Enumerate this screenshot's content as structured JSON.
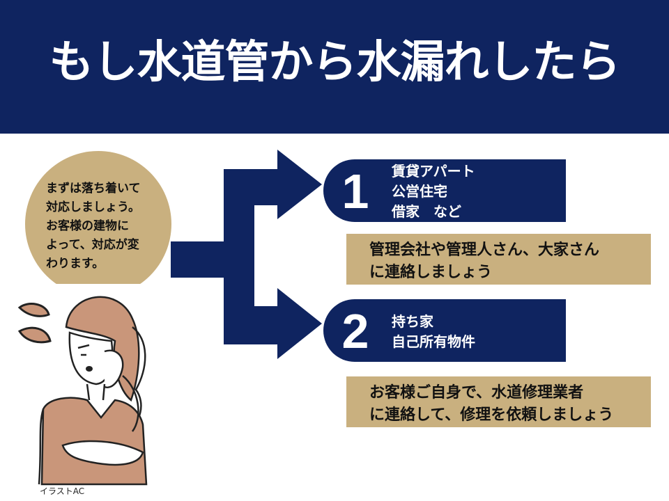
{
  "header": {
    "title": "もし水道管から水漏れしたら"
  },
  "intro": {
    "lines": [
      "まずは落ち着いて",
      "対応しましょう。",
      "お客様の建物に",
      "よって、対応が変",
      "わります。"
    ]
  },
  "cases": [
    {
      "number": "1",
      "lines": [
        "賃貸アパート",
        "公営住宅",
        "借家　など"
      ],
      "advice_lines": [
        "管理会社や管理人さん、大家さん",
        "に連絡しましょう"
      ]
    },
    {
      "number": "2",
      "lines": [
        "持ち家",
        "自己所有物件"
      ],
      "advice_lines": [
        "お客様ご自身で、水道修理業者",
        "に連絡して、修理を依頼しましょう"
      ]
    }
  ],
  "credit": "イラストAC",
  "colors": {
    "navy": "#0f2460",
    "gold": "#c9b07f",
    "white": "#ffffff"
  },
  "icons": {
    "illustration": "worried-woman-on-phone-illustration"
  }
}
